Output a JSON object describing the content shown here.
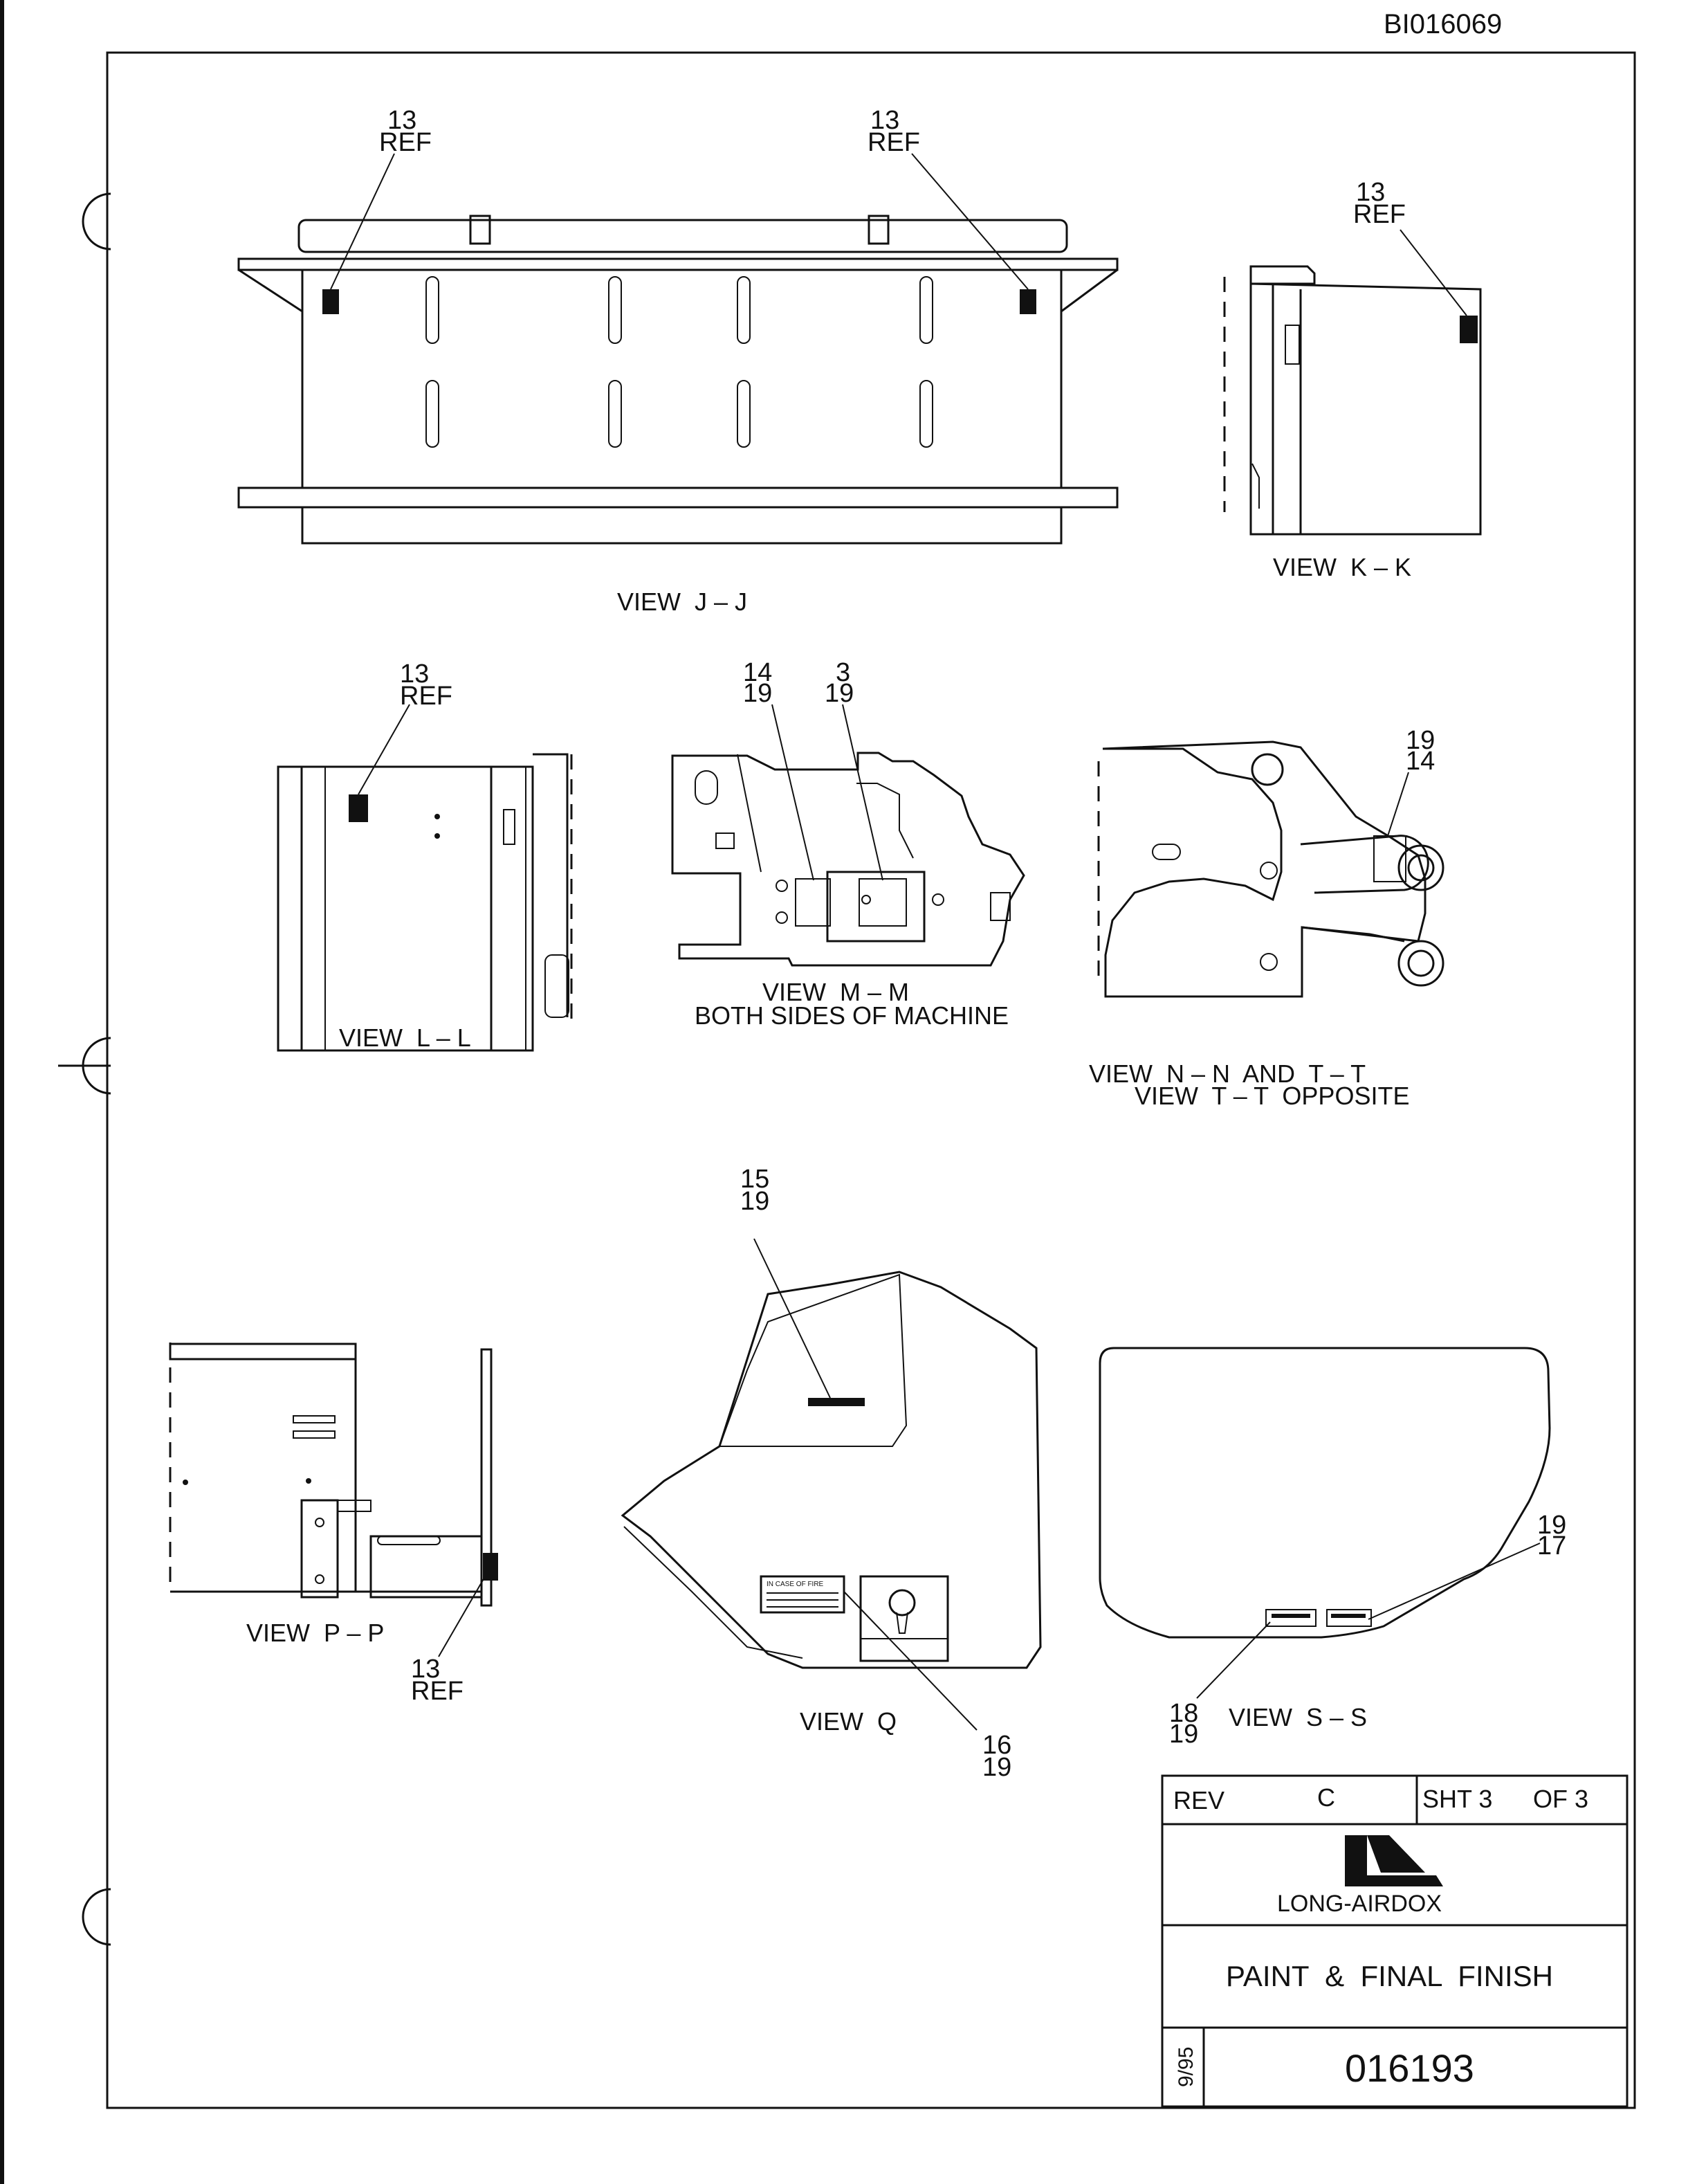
{
  "doc_id": "BI016069",
  "views": {
    "jj": {
      "title": "VIEW  J – J",
      "callout_left": [
        "13",
        "REF"
      ],
      "callout_right": [
        "13",
        "REF"
      ]
    },
    "kk": {
      "title": "VIEW  K – K",
      "callout": [
        "13",
        "REF"
      ]
    },
    "ll": {
      "title": "VIEW  L – L",
      "callout": [
        "13",
        "REF"
      ]
    },
    "mm": {
      "title": "VIEW  M – M",
      "subtitle": "BOTH SIDES OF MACHINE",
      "callout_a": [
        "14",
        "19"
      ],
      "callout_b": [
        "3",
        "19"
      ]
    },
    "nn": {
      "title": "VIEW  N – N  AND  T – T",
      "subtitle": "VIEW  T – T  OPPOSITE",
      "callout": [
        "19",
        "14"
      ]
    },
    "pp": {
      "title": "VIEW  P – P",
      "callout": [
        "13",
        "REF"
      ]
    },
    "q": {
      "title": "VIEW  Q",
      "callout_top": [
        "15",
        "19"
      ],
      "callout_bottom": [
        "16",
        "19"
      ],
      "decal_text": "IN CASE OF FIRE"
    },
    "ss": {
      "title": "VIEW  S – S",
      "callout_right": [
        "19",
        "17"
      ],
      "callout_left": [
        "18",
        "19"
      ]
    }
  },
  "title_block": {
    "rev_label": "REV",
    "rev_value": "C",
    "sheet": "SHT 3",
    "of": "OF 3",
    "company": "LONG-AIRDOX",
    "title": "PAINT  &  FINAL  FINISH",
    "date": "9/95",
    "drawing_number": "016193"
  }
}
